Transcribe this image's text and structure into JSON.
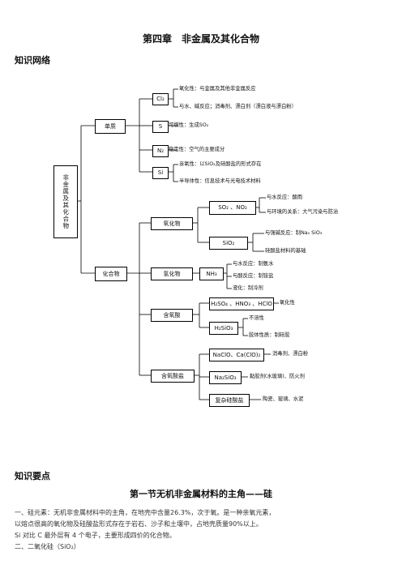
{
  "page": {
    "title": "第四章　非金属及其化合物",
    "section_network": "知识网络",
    "section_points": "知识要点",
    "section1_title": "第一节无机非金属材料的主角——硅",
    "paragraphs": [
      "一、硅元素：无机非金属材料中的主角，在地壳中含量26.3%，次于氧。是一种亲氧元素，",
      "以熔点很高的氧化物及硅酸盐形式存在于岩石、沙子和土壤中，占地壳质量90%以上。",
      "Si 对比 C 最外层有 4 个电子，主要形成四价的化合物。",
      "二、二氧化硅（SiO₂）"
    ]
  },
  "diagram": {
    "root": "非金属及其化合物",
    "elements_label": "单质",
    "compounds_label": "化合物",
    "cl2": "Cl₂",
    "cl2_notes": [
      "氧化性：与金属及其他非金属反应",
      "与水、碱反应；消毒剂、漂白剂（漂白液与漂白粉）"
    ],
    "s": "S",
    "s_note": "可燃性：生成SO₂",
    "n2": "N₂",
    "n2_note": "稳定性：空气的主要成分",
    "si": "Si",
    "si_notes": [
      "亲氧性：以SiO₂及硅酸盐的形式存在",
      "半导体性：信息技术与光电技术材料"
    ],
    "oxide": "氧化物",
    "so2_no2": "SO₂ 、NO₂",
    "so2_notes": [
      "与水反应：酸雨",
      "与环境的关系：大气污染与防治"
    ],
    "sio2": "SiO₂",
    "sio2_notes": [
      "与强碱反应：制Na₂ SiO₃",
      "硅酸盐材料的基础"
    ],
    "hydride": "氢化物",
    "nh3": "NH₃",
    "nh3_notes": [
      "与水反应：制氨水",
      "与酸反应：制铵盐",
      "液化：制冷剂"
    ],
    "oxyacid": "含氧酸",
    "acids": "H₂SO₄ 、HNO₃ 、HClO",
    "acids_note": "氧化性",
    "h2sio3": "H₂SiO₃",
    "h2sio3_notes": [
      "不溶性",
      "胶体性质：制硅胶"
    ],
    "oxysalt": "含氧酸盐",
    "naclo": "NaClO、Ca(ClO)₂",
    "naclo_note": "消毒剂、漂白粉",
    "na2sio3": "Na₂SiO₃",
    "na2sio3_note": "黏胶剂(水玻璃)、防火剂",
    "complex": "复杂硅酸盐",
    "complex_note": "陶瓷、玻璃、水泥"
  }
}
